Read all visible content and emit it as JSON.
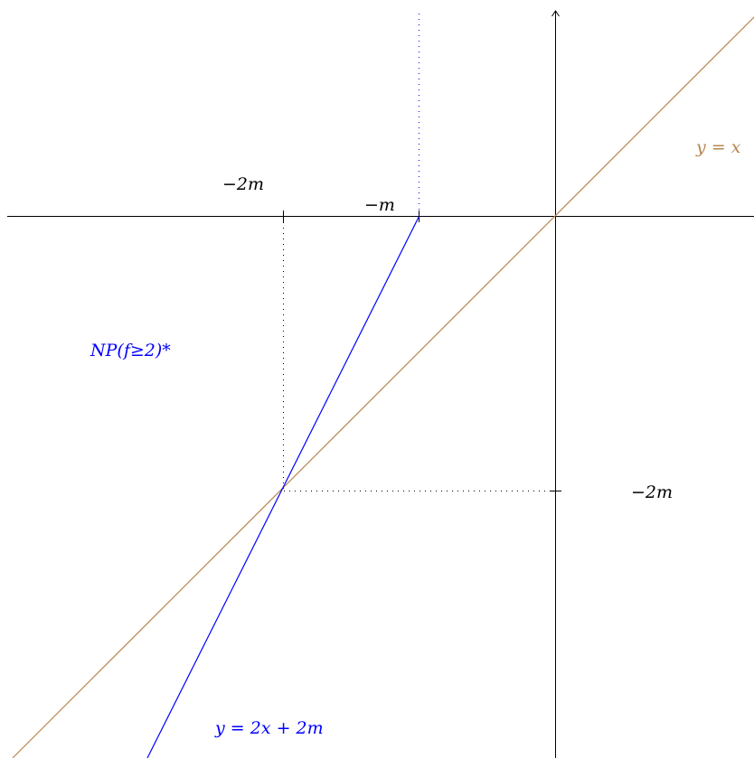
{
  "diagram": {
    "labels": {
      "tick_x_neg2m": "−2m",
      "tick_x_negm": "−m",
      "tick_y_neg2m": "−2m",
      "line_identity": "y = x",
      "line_blue": "y = 2x + 2m",
      "region_np": "NP(f≥2)*"
    },
    "colors": {
      "axis": "#000000",
      "identity_line": "#b8864f",
      "blue_line": "#0000ff",
      "dotted": "#000000",
      "dotted_blue": "#0000ff"
    }
  }
}
